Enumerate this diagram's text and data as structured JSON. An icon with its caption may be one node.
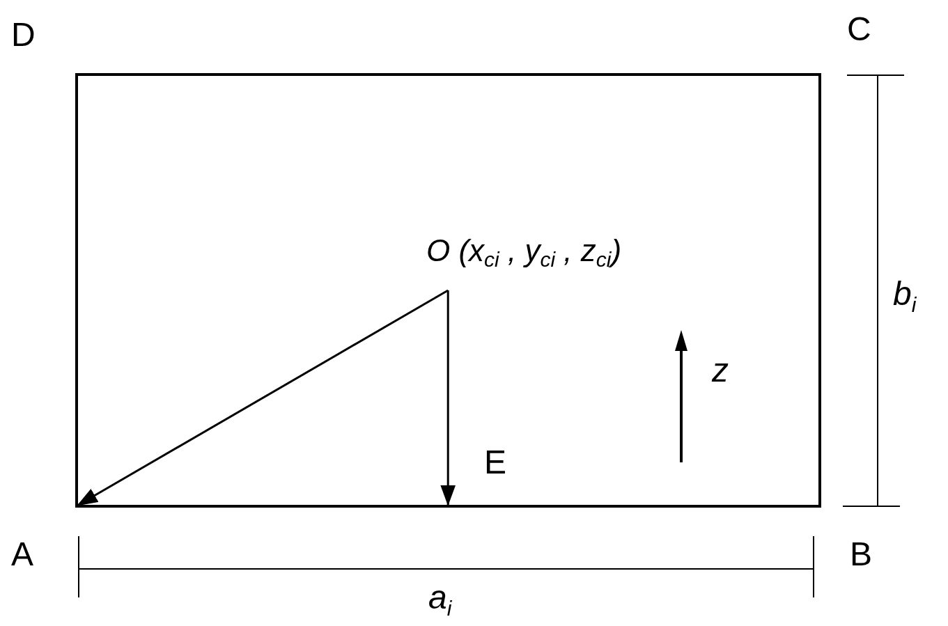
{
  "diagram": {
    "nodes": [
      {
        "text": [],
        "shape": "box"
      },
      {
        "text": [
          "O (x$_{ci}$ , y$_{ci}$ , z$_{ci}$)"
        ],
        "in": 0
      }
    ],
    "edges": [
      {
        "from": 1,
        "to": 0,
        "arrow": "to"
      },
      {
        "from": 1,
        "to": 0,
        "arrow": "to"
      }
    ],
    "labels": [
      "D",
      "C",
      "E",
      "z",
      "b$_{i}$",
      "A",
      "B",
      "a$_{i}$"
    ]
  }
}
